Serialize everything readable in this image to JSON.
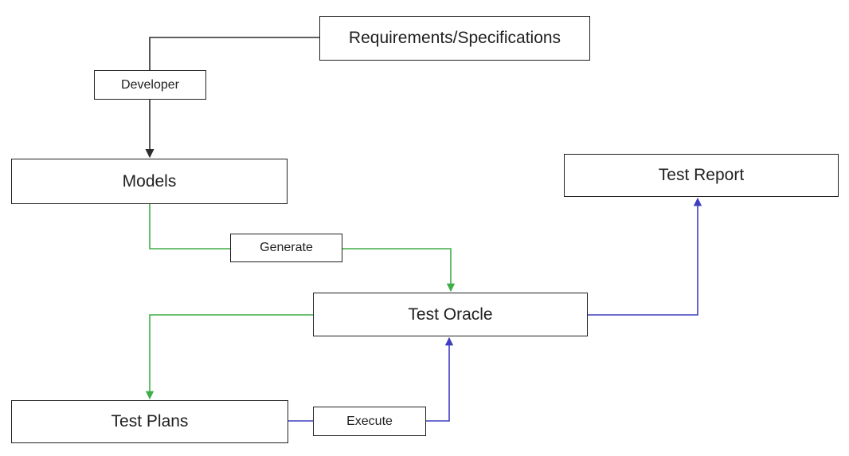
{
  "diagram": {
    "type": "flowchart",
    "background": "#ffffff",
    "nodes": {
      "requirements": {
        "label": "Requirements/Specifications"
      },
      "developer": {
        "label": "Developer"
      },
      "models": {
        "label": "Models"
      },
      "generate": {
        "label": "Generate"
      },
      "test_oracle": {
        "label": "Test Oracle"
      },
      "test_report": {
        "label": "Test Report"
      },
      "test_plans": {
        "label": "Test Plans"
      },
      "execute": {
        "label": "Execute"
      }
    },
    "edges": [
      {
        "from": "requirements",
        "to": "models",
        "via": "developer",
        "color_name": "black",
        "arrow_into": "models"
      },
      {
        "from": "models",
        "to": "test_oracle",
        "via": "generate",
        "color_name": "green",
        "arrow_into": "test_oracle"
      },
      {
        "from": "test_oracle",
        "to": "test_plans",
        "via": null,
        "color_name": "green",
        "arrow_into": "test_plans"
      },
      {
        "from": "test_plans",
        "to": "test_oracle",
        "via": "execute",
        "color_name": "blue",
        "arrow_into": "test_oracle"
      },
      {
        "from": "test_oracle",
        "to": "test_report",
        "via": null,
        "color_name": "blue",
        "arrow_into": "test_report"
      }
    ],
    "colors": {
      "black_edge": "#2d2d2d",
      "green_edge": "#3fae49",
      "blue_edge": "#3e3ec1",
      "box_border": "#212121",
      "box_fill": "#ffffff",
      "text": "#212121"
    }
  }
}
